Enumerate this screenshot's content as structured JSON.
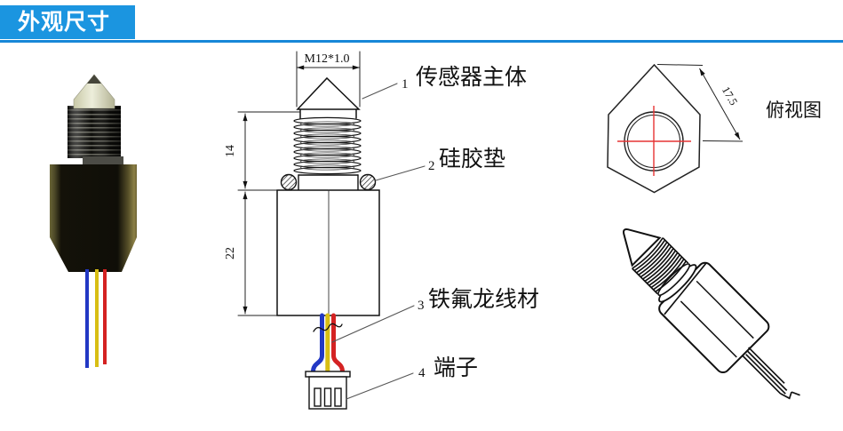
{
  "header": {
    "title": "外观尺寸"
  },
  "colors": {
    "accent": "#1b95e0",
    "rule": "#1787d8",
    "crosshair": "#e63333",
    "wire_blue": "#2238c4",
    "wire_yellow": "#d8be14",
    "wire_red": "#d42222"
  },
  "front_view": {
    "thread_spec": "M12*1.0",
    "thread_length": "14",
    "body_length": "22",
    "callout1_num": "1",
    "callout1_label": "传感器主体",
    "callout2_num": "2",
    "callout2_label": "硅胶垫",
    "callout3_num": "3",
    "callout3_label": "铁氟龙线材",
    "callout4_num": "4",
    "callout4_label": "端子"
  },
  "top_view": {
    "across_flats": "17.5",
    "caption": "俯视图"
  }
}
